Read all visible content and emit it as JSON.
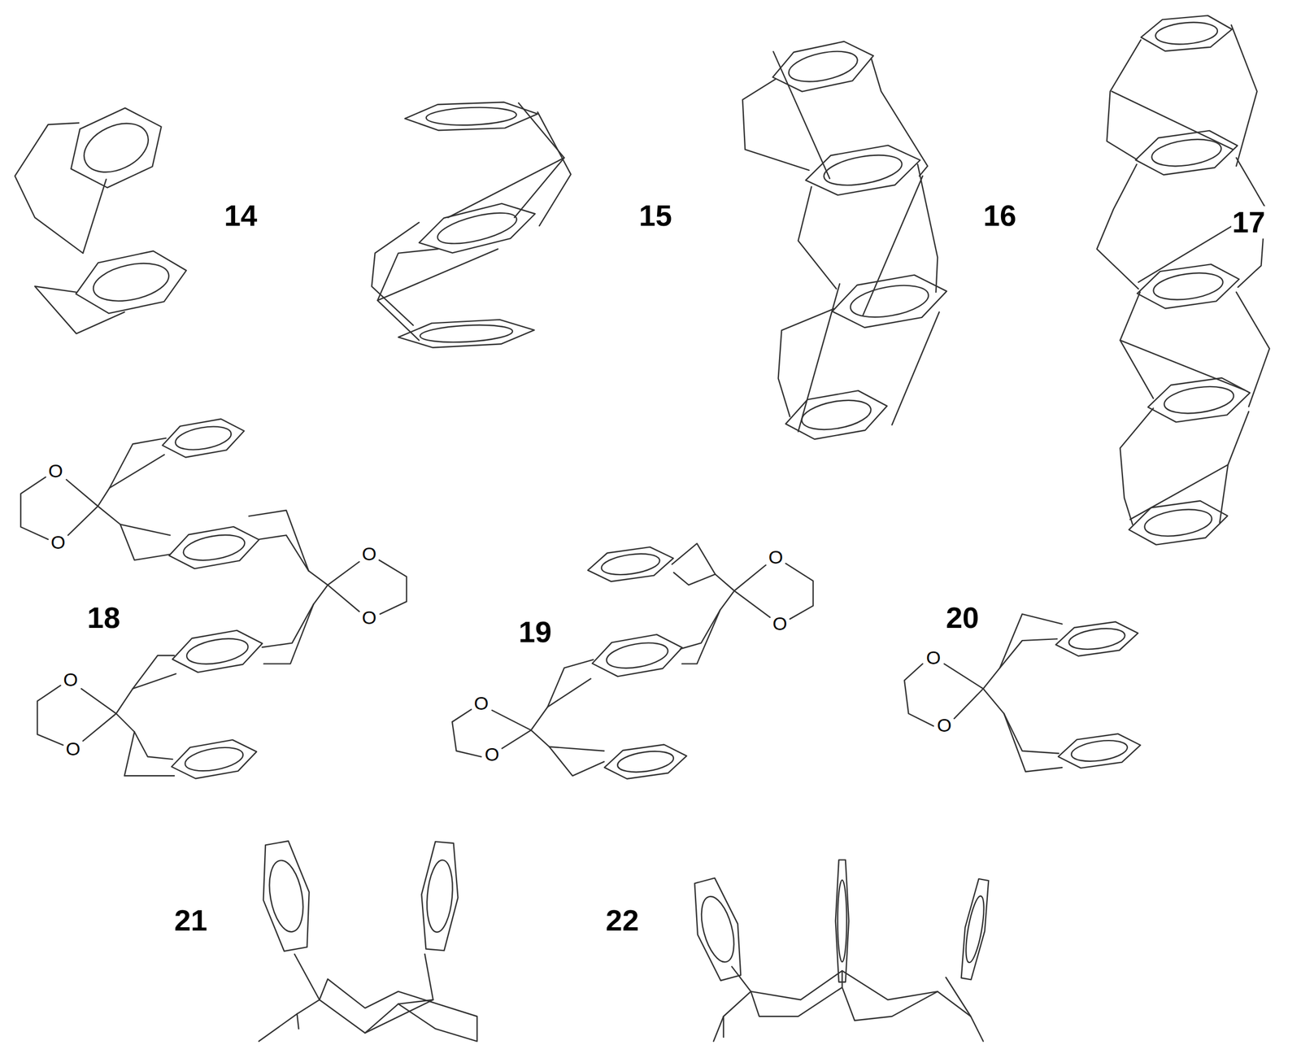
{
  "diagram": {
    "labels": [
      "14",
      "15",
      "16",
      "17",
      "O",
      "O",
      "O",
      "O",
      "18",
      "O",
      "O",
      "19",
      "20",
      "O",
      "O",
      "O",
      "O",
      "O",
      "O",
      "21",
      "22"
    ]
  }
}
